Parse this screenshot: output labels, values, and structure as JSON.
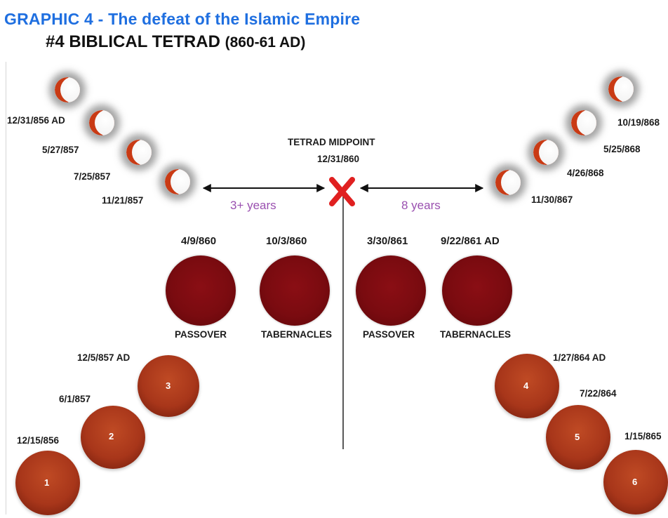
{
  "title": "GRAPHIC 4 - The defeat of the Islamic Empire",
  "subtitle": "#4 BIBLICAL TETRAD",
  "subtitle_years": "(860-61 AD)",
  "midpoint": {
    "label": "TETRAD MIDPOINT",
    "date": "12/31/860"
  },
  "spans": {
    "left": "3+ years",
    "right": "8 years"
  },
  "left_eclipses": [
    "12/31/856 AD",
    "5/27/857",
    "7/25/857",
    "11/21/857"
  ],
  "right_eclipses": [
    "10/19/868",
    "5/25/868",
    "4/26/868",
    "11/30/867"
  ],
  "tetrad": [
    {
      "date": "4/9/860",
      "feast": "PASSOVER"
    },
    {
      "date": "10/3/860",
      "feast": "TABERNACLES"
    },
    {
      "date": "3/30/861",
      "feast": "PASSOVER"
    },
    {
      "date": "9/22/861 AD",
      "feast": "TABERNACLES"
    }
  ],
  "solar": [
    {
      "num": "1",
      "date": "12/15/856"
    },
    {
      "num": "2",
      "date": "6/1/857"
    },
    {
      "num": "3",
      "date": "12/5/857 AD"
    },
    {
      "num": "4",
      "date": "1/27/864 AD"
    },
    {
      "num": "5",
      "date": "7/22/864"
    },
    {
      "num": "6",
      "date": "1/15/865"
    }
  ],
  "colors": {
    "title": "#1f6fe0",
    "blood_moon": "#7a0b10",
    "solar": "#a8361a",
    "marker": "#e02020",
    "span_text": "#9a50b0"
  }
}
